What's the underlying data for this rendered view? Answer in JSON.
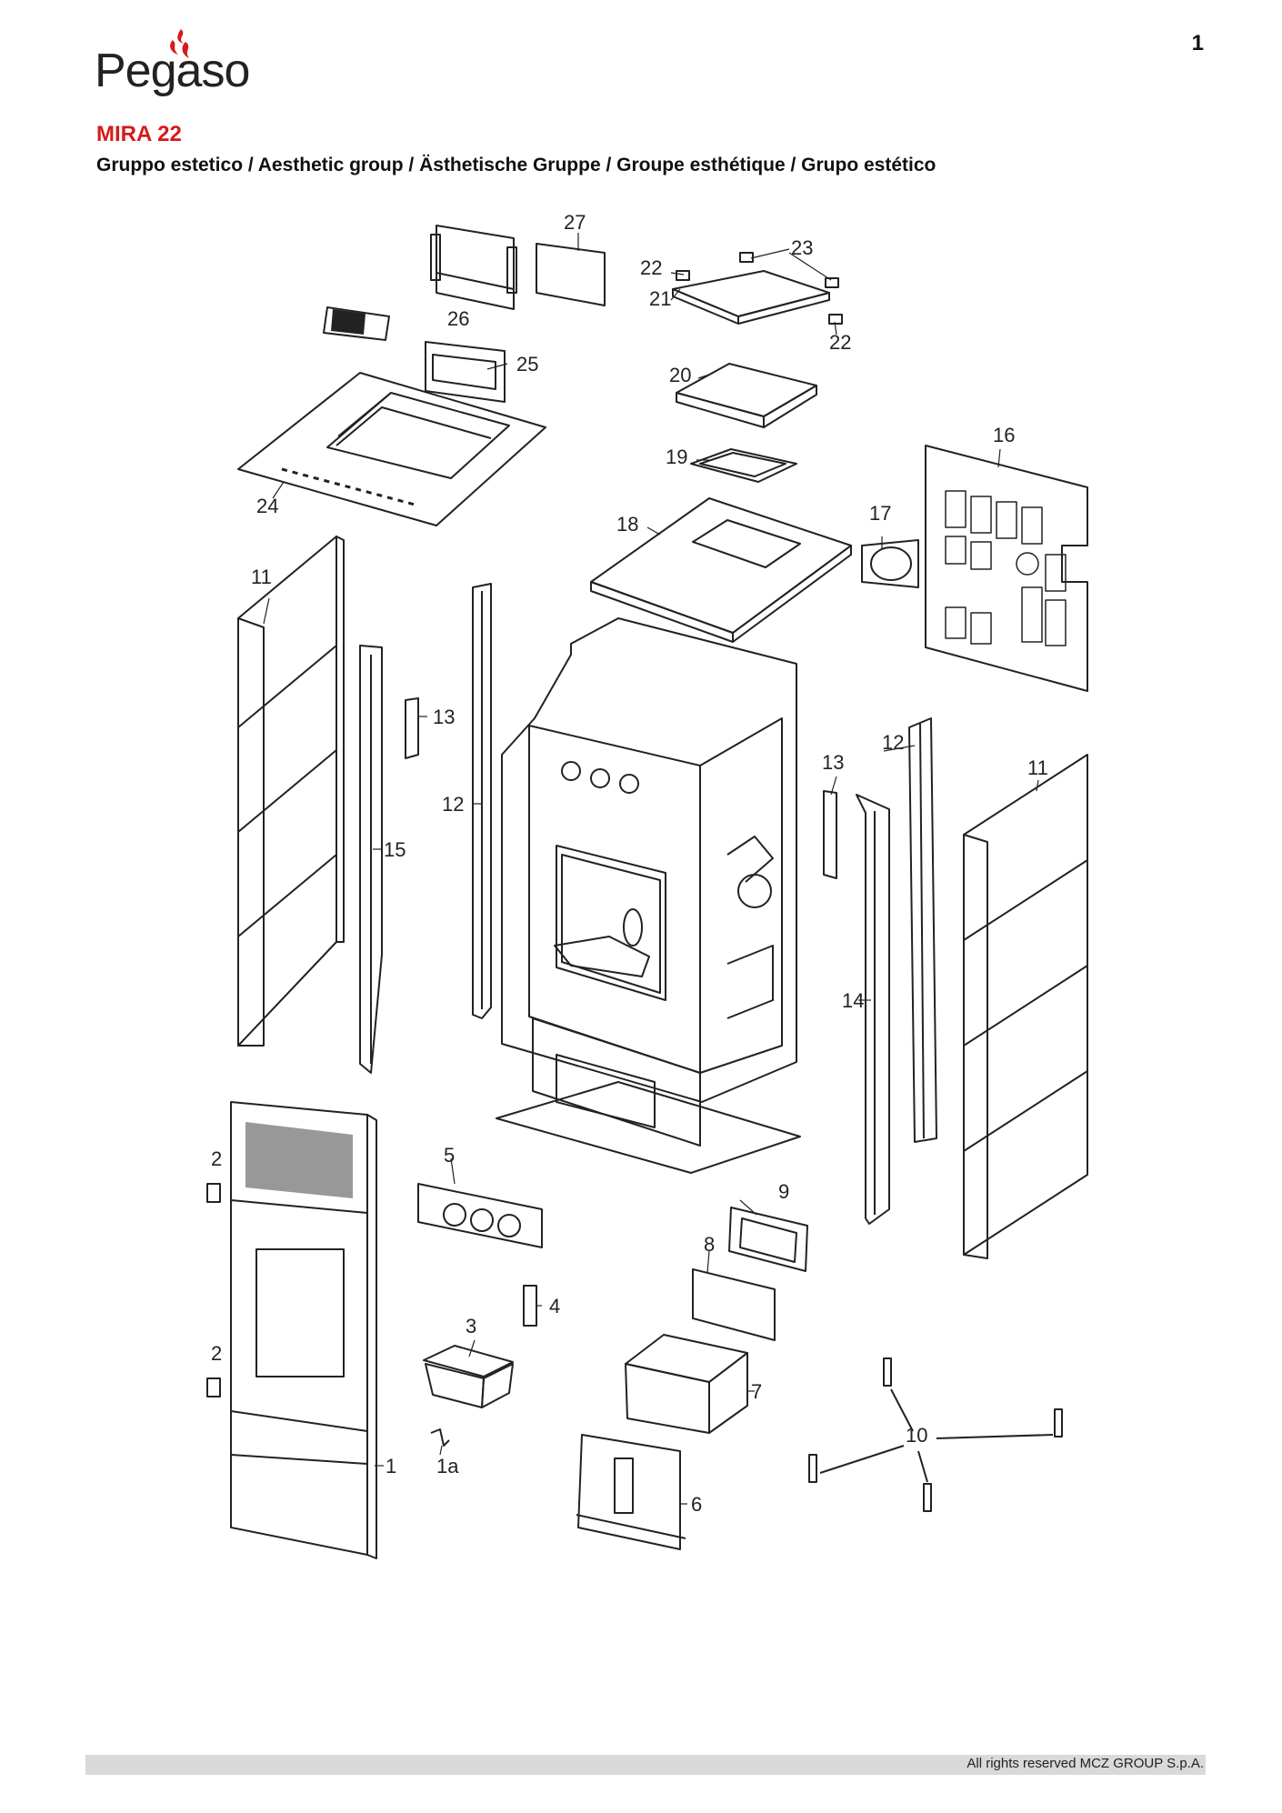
{
  "page_number": "1",
  "brand": {
    "logo_text": "Pegaso"
  },
  "model": "MIRA 22",
  "subtitle": "Gruppo estetico / Aesthetic group / Ästhetische Gruppe / Groupe esthétique / Grupo estético",
  "footer": "All rights reserved MCZ GROUP S.p.A.",
  "part_labels": {
    "p1": "1",
    "p1a": "1a",
    "p2a": "2",
    "p2b": "2",
    "p3": "3",
    "p4": "4",
    "p5": "5",
    "p6": "6",
    "p7": "7",
    "p8": "8",
    "p9": "9",
    "p10": "10",
    "p11a": "11",
    "p11b": "11",
    "p12a": "12",
    "p12b": "12",
    "p13a": "13",
    "p13b": "13",
    "p14": "14",
    "p15": "15",
    "p16": "16",
    "p17": "17",
    "p18": "18",
    "p19": "19",
    "p20": "20",
    "p21": "21",
    "p22a": "22",
    "p22b": "22",
    "p23": "23",
    "p24": "24",
    "p25": "25",
    "p26": "26",
    "p27": "27"
  },
  "colors": {
    "model": "#d51a1a",
    "flame": "#d51a1a",
    "line": "#222222",
    "footer_bar": "#d9d9d9"
  }
}
